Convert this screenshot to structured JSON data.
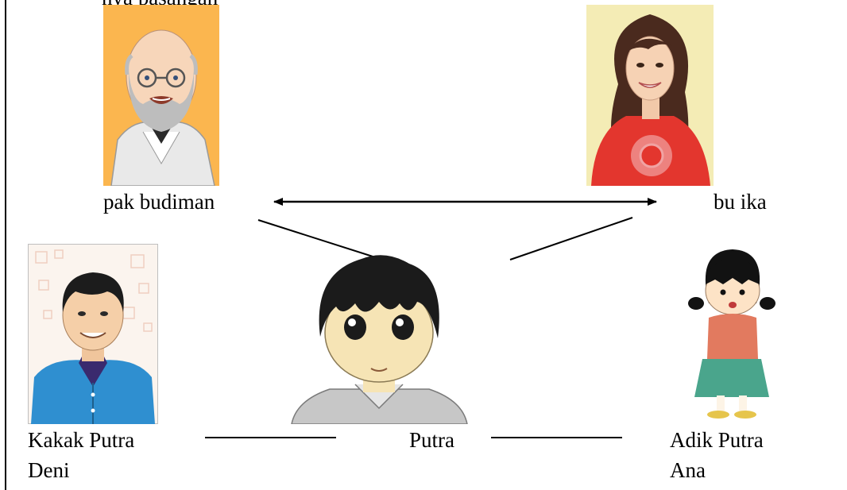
{
  "header_fragment": "nya pasangan",
  "members": {
    "father": {
      "name": "pak budiman"
    },
    "mother": {
      "name": "bu ika"
    },
    "older_sibling": {
      "relation": "Kakak Putra",
      "name": "Deni"
    },
    "self": {
      "name": "Putra"
    },
    "younger_sibling": {
      "relation": "Adik Putra",
      "name": "Ana"
    }
  },
  "colors": {
    "father_bg": "#fbb64f",
    "mother_bg": "#f4ecb5",
    "mother_shirt": "#e3362e",
    "deni_shirt": "#2f8fd0",
    "ana_sweater": "#e27a5f",
    "ana_skirt": "#4aa58c"
  }
}
